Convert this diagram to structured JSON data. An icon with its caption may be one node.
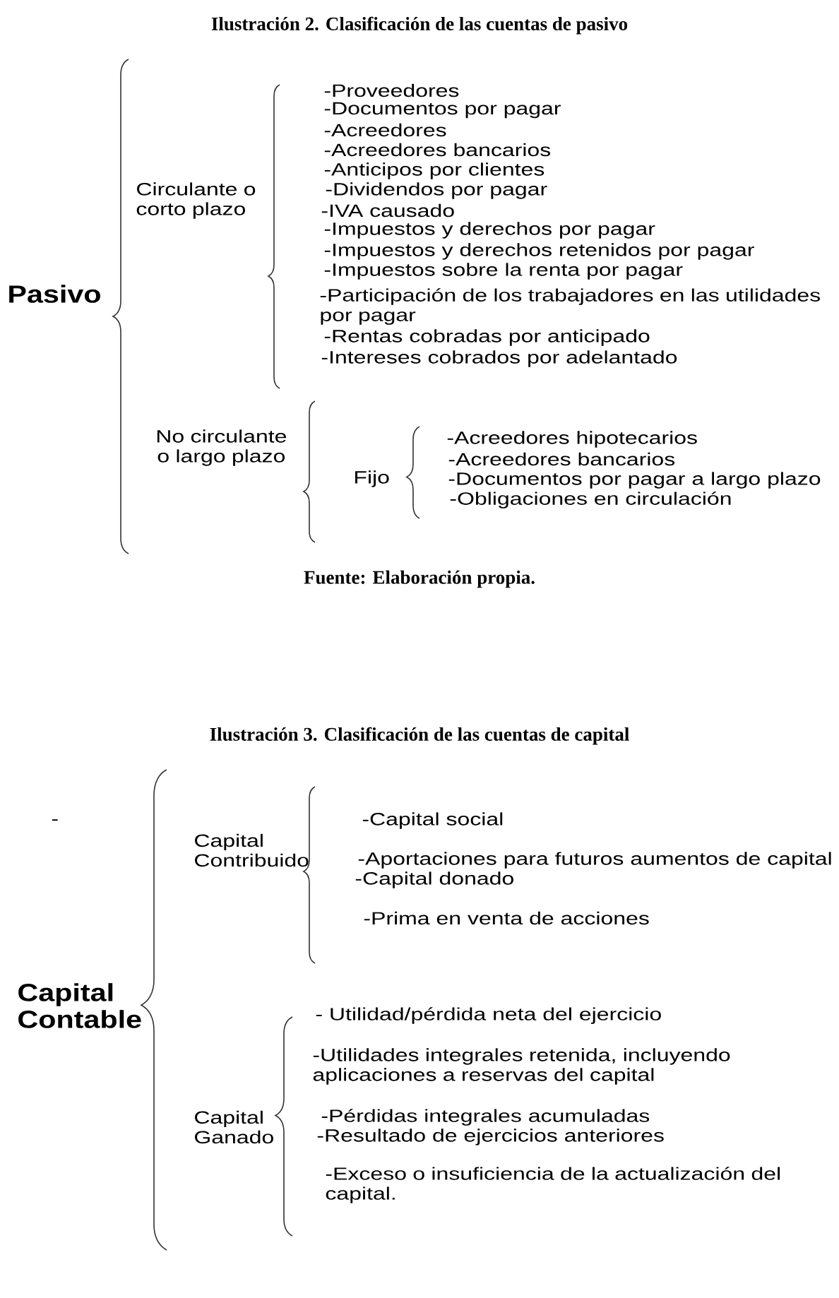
{
  "diagram": {
    "labels": [
      "Ilustración 2. Clasificación de las cuentas de pasivo",
      "Pasivo",
      "Circulante o corto plazo",
      "-Proveedores",
      "-Documentos por pagar",
      "-Acreedores",
      "-Acreedores bancarios",
      "-Anticipos por clientes",
      "-Dividendos por pagar",
      "-IVA causado",
      "-Impuestos y derechos por pagar",
      "-Impuestos y derechos retenidos por pagar",
      "-Impuestos sobre la renta por pagar",
      "-Participación de los trabajadores en las utilidades por pagar",
      "-Rentas cobradas por anticipado",
      "-Intereses cobrados por adelantado",
      "No circulante o largo plazo",
      "Fijo",
      "-Acreedores hipotecarios",
      "-Acreedores bancarios",
      "-Documentos por pagar a largo plazo",
      "-Obligaciones en circulación",
      "Fuente: Elaboración propia.",
      "Ilustración 3. Clasificación de las cuentas de capital",
      "-",
      "Capital Contable",
      "Capital Contribuido",
      "-Capital social",
      "-Aportaciones para futuros aumentos de capital",
      "-Capital donado",
      "-Prima en venta de acciones",
      "Capital Ganado",
      "- Utilidad/pérdida neta del ejercicio",
      "-Utilidades integrales retenida, incluyendo aplicaciones a reservas del capital",
      "-Pérdidas integrales acumuladas",
      "-Resultado de ejercicios anteriores",
      "-Exceso o insuficiencia de la actualización del capital."
    ]
  }
}
